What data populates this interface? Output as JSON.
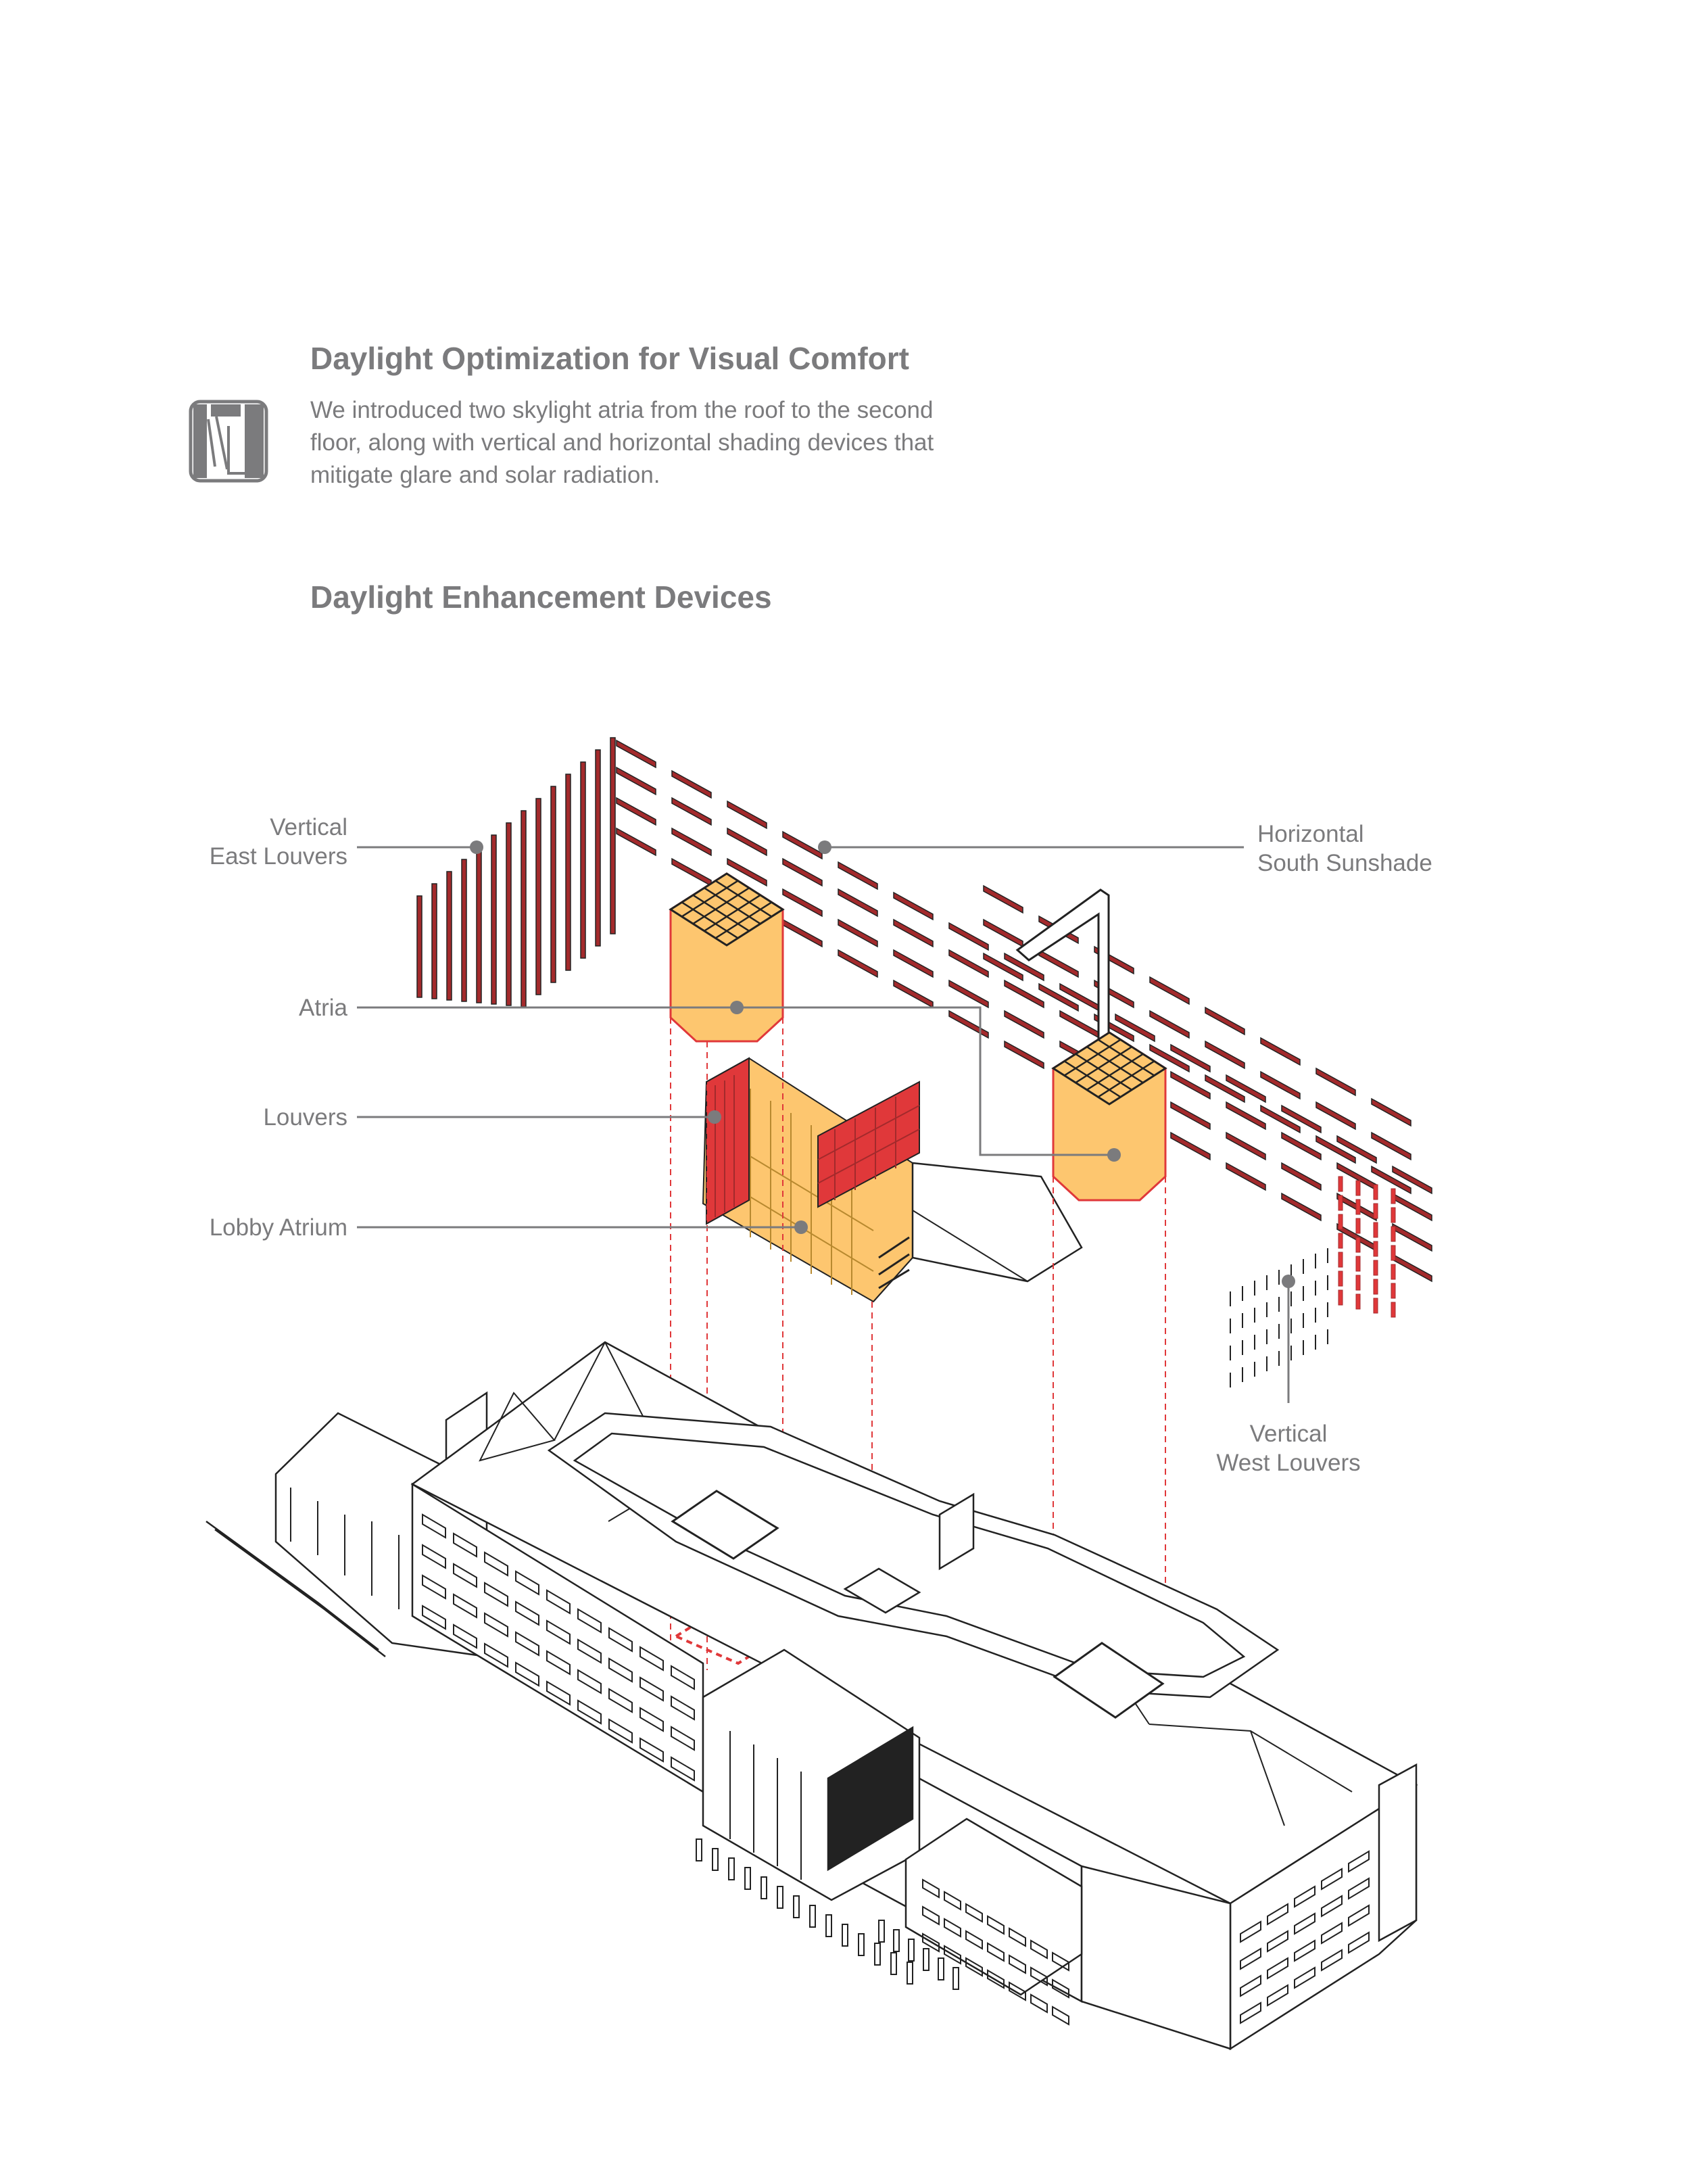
{
  "heading": "Daylight Optimization for Visual Comfort",
  "description": [
    "We introduced two skylight atria from the roof to the second",
    "floor, along with vertical and horizontal shading devices that",
    "mitigate glare and solar radiation."
  ],
  "subheading": "Daylight Enhancement Devices",
  "icon": "window-daylight-icon",
  "colors": {
    "text": "#7b7b7d",
    "red": "#e0383a",
    "darkred": "#a32a2c",
    "gold": "#fdc66f",
    "line": "#222222"
  },
  "labels": {
    "vertical_east_louvers": [
      "Vertical",
      "East Louvers"
    ],
    "horizontal_south_sunshade": [
      "Horizontal",
      "South Sunshade"
    ],
    "atria": "Atria",
    "louvers": "Louvers",
    "lobby_atrium": "Lobby Atrium",
    "vertical_west_louvers": [
      "Vertical",
      "West Louvers"
    ]
  }
}
